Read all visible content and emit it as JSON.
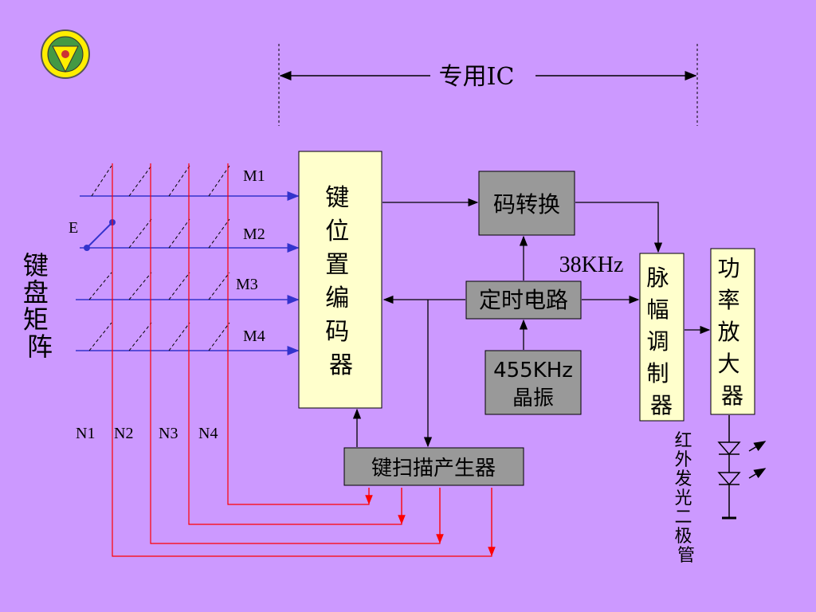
{
  "header": {
    "label": "专用IC"
  },
  "matrix": {
    "side_label": "键盘矩阵",
    "rows": [
      "M1",
      "M2",
      "M3",
      "M4"
    ],
    "cols": [
      "N1",
      "N2",
      "N3",
      "N4"
    ],
    "key_label": "E"
  },
  "blocks": {
    "encoder": "键位置编码器",
    "code_convert": "码转换",
    "timer": "定时电路",
    "osc_line1": "455KHz",
    "osc_line2": "晶振",
    "scan_gen": "键扫描产生器",
    "pwm": "脉幅调制器",
    "amp": "功率放大器"
  },
  "freq_label": "38KHz",
  "led_label": "红外发光二极管",
  "colors": {
    "background": "#cc99ff",
    "row_lines": "#3333cc",
    "col_lines": "#ff0000",
    "encoder_fill": "#ffffcc",
    "gray_fill": "#999999"
  }
}
